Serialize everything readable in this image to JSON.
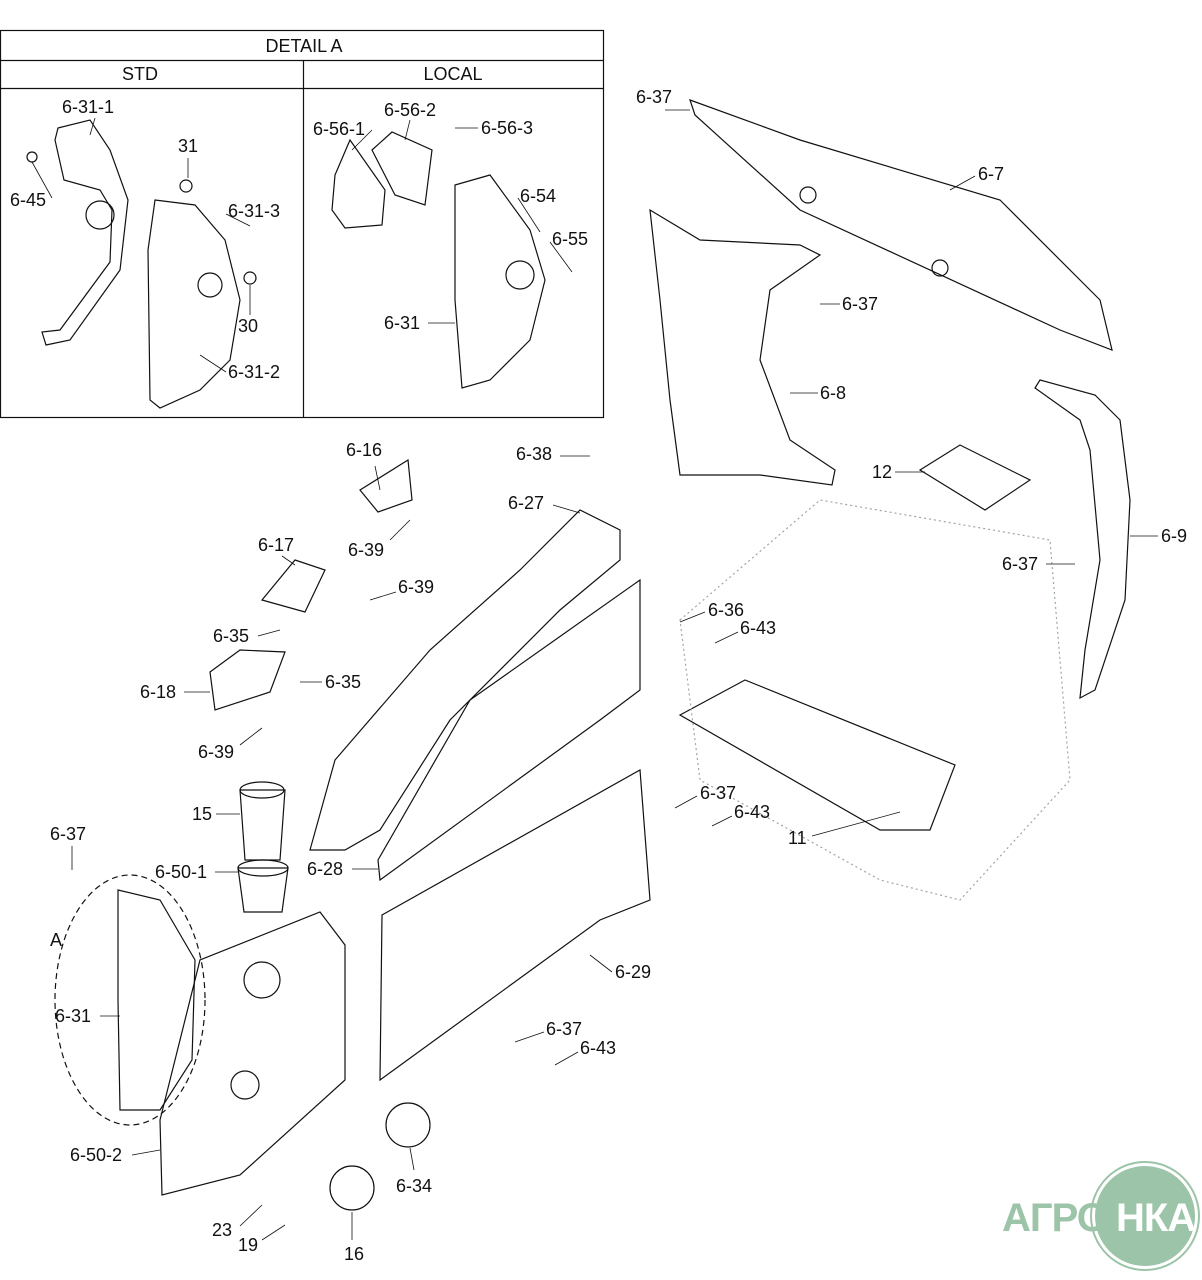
{
  "detail": {
    "title": "DETAIL A",
    "std": "STD",
    "local": "LOCAL"
  },
  "labels": [
    "6-31-1",
    "31",
    "6-45",
    "6-31-3",
    "30",
    "6-31-2",
    "6-56-1",
    "6-56-2",
    "6-56-3",
    "6-54",
    "6-55",
    "6-31",
    "6-37",
    "6-7",
    "6-37",
    "6-8",
    "6-16",
    "6-38",
    "6-27",
    "12",
    "6-9",
    "6-39",
    "6-17",
    "6-39",
    "6-37",
    "6-36",
    "6-43",
    "6-35",
    "6-18",
    "6-35",
    "6-39",
    "6-37",
    "6-43",
    "15",
    "11",
    "6-37",
    "6-28",
    "6-50-1",
    "A",
    "6-29",
    "6-31",
    "6-37",
    "6-43",
    "6-50-2",
    "6-34",
    "23",
    "19",
    "16"
  ],
  "logo": {
    "left": "АГРО",
    "right": "НКА"
  },
  "colors": {
    "line": "#111111",
    "logo": "#9cc4a8",
    "faint": "#9aa9a0"
  }
}
